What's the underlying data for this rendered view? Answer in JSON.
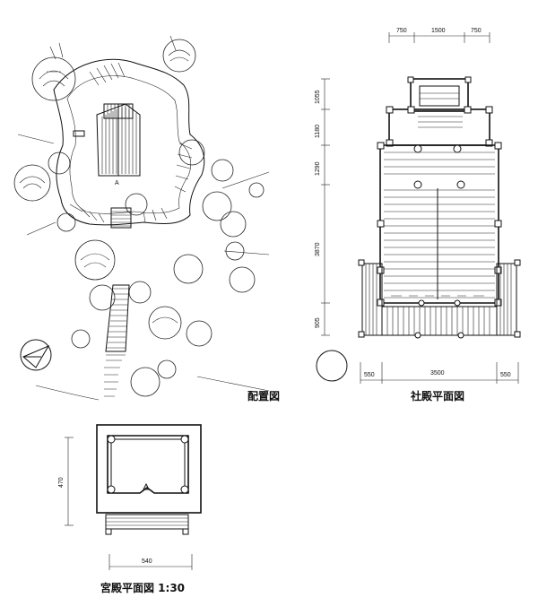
{
  "drawings": {
    "site_plan": {
      "title": "配置図",
      "marker": "A"
    },
    "shrine_plan": {
      "title": "社殿平面図",
      "top_dims": [
        "750",
        "1500",
        "750"
      ],
      "left_dims": [
        "1055",
        "1180",
        "1290",
        "3870",
        "905"
      ],
      "bottom_dims": [
        "550",
        "3500",
        "550"
      ]
    },
    "palace_plan": {
      "title": "宮殿平面図 1:30",
      "height_dim": "470",
      "width_dim": "540"
    }
  }
}
